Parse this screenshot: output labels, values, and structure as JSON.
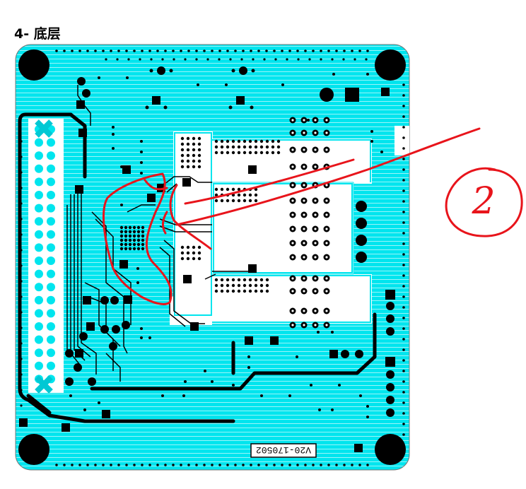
{
  "title": "4- 底层",
  "board": {
    "version_label": "V20-170502",
    "copper_color": "#00e5ee",
    "trace_color": "#000000",
    "outline_color": "#ffffff",
    "board_background": "#ffffff"
  },
  "annotation": {
    "marker_label": "2",
    "ink_color": "#e8141b"
  }
}
